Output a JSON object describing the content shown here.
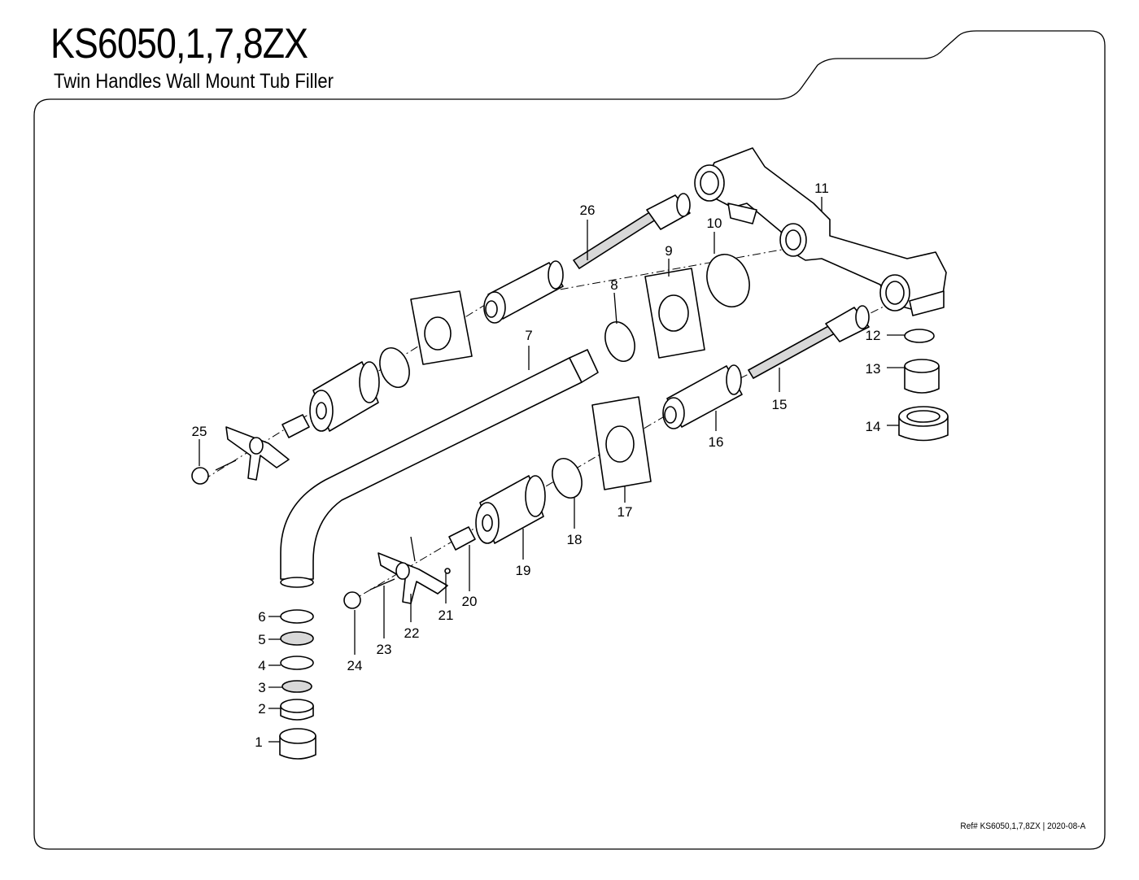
{
  "header": {
    "title": "KS6050,1,7,8ZX",
    "subtitle": "Twin Handles Wall Mount Tub Filler"
  },
  "footer": {
    "ref": "Ref# KS6050,1,7,8ZX | 2020-08-A"
  },
  "callouts": {
    "c1": "1",
    "c2": "2",
    "c3": "3",
    "c4": "4",
    "c5": "5",
    "c6": "6",
    "c7": "7",
    "c8": "8",
    "c9": "9",
    "c10": "10",
    "c11": "11",
    "c12": "12",
    "c13": "13",
    "c14": "14",
    "c15": "15",
    "c16": "16",
    "c17": "17",
    "c18": "18",
    "c19": "19",
    "c20": "20",
    "c21": "21",
    "c22": "22",
    "c23": "23",
    "c24": "24",
    "c25": "25",
    "c26": "26"
  }
}
